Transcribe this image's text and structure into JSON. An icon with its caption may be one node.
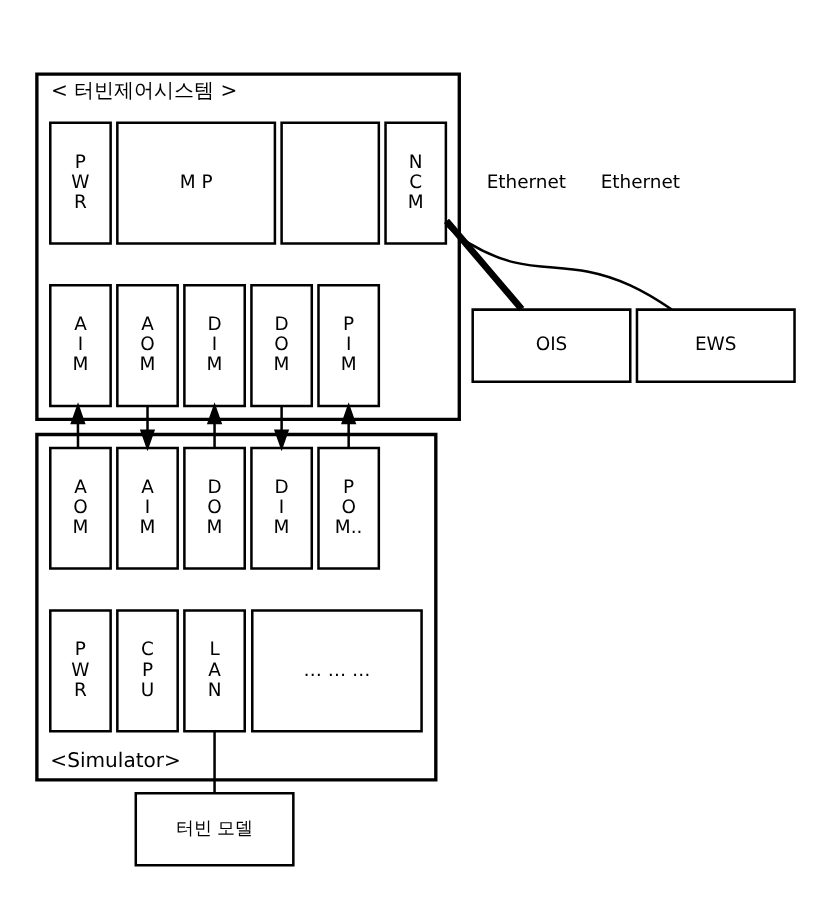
{
  "diagram": {
    "nodes": [
      {
        "text": [
          "< 터빈제어시스템 >"
        ]
      },
      {
        "text": [
          "P W R"
        ],
        "in": 0
      },
      {
        "text": [
          "M P"
        ],
        "in": 0
      },
      {
        "text": [],
        "shape": "box",
        "in": 0
      },
      {
        "text": [
          "N C M"
        ],
        "in": 0
      },
      {
        "text": [
          "A I M"
        ],
        "in": 0
      },
      {
        "text": [
          "A O M"
        ],
        "in": 0
      },
      {
        "text": [
          "D I M"
        ],
        "in": 0
      },
      {
        "text": [
          "D O M"
        ],
        "in": 0
      },
      {
        "text": [
          "P I M"
        ],
        "in": 0
      },
      {
        "text": [
          "OIS"
        ]
      },
      {
        "text": [
          "EWS"
        ]
      },
      {
        "text": [
          "<Simulator>"
        ]
      },
      {
        "text": [
          "A O M"
        ],
        "in": 12
      },
      {
        "text": [
          "A I M"
        ],
        "in": 12
      },
      {
        "text": [
          "D O M"
        ],
        "in": 12
      },
      {
        "text": [
          "D I M"
        ],
        "in": 12
      },
      {
        "text": [
          "P O M.."
        ],
        "in": 12
      },
      {
        "text": [
          "P W R"
        ],
        "in": 12
      },
      {
        "text": [
          "C P U"
        ],
        "in": 12
      },
      {
        "text": [
          "L A N"
        ],
        "in": 12
      },
      {
        "text": [
          "… … …"
        ],
        "in": 12
      },
      {
        "text": [
          "터빈 모델"
        ]
      }
    ],
    "edges": [
      {
        "from": 13,
        "to": 5,
        "arrow": "to"
      },
      {
        "from": 6,
        "to": 14,
        "arrow": "to"
      },
      {
        "from": 15,
        "to": 7,
        "arrow": "to"
      },
      {
        "from": 8,
        "to": 16,
        "arrow": "to"
      },
      {
        "from": 17,
        "to": 9,
        "arrow": "to"
      },
      {
        "from": 4,
        "to": 10,
        "arrow": "none",
        "style": "thick"
      },
      {
        "from": 4,
        "to": 11,
        "arrow": "none"
      },
      {
        "from": 20,
        "to": 22,
        "arrow": "none"
      }
    ],
    "labels": [
      "Ethernet",
      "Ethernet"
    ]
  }
}
